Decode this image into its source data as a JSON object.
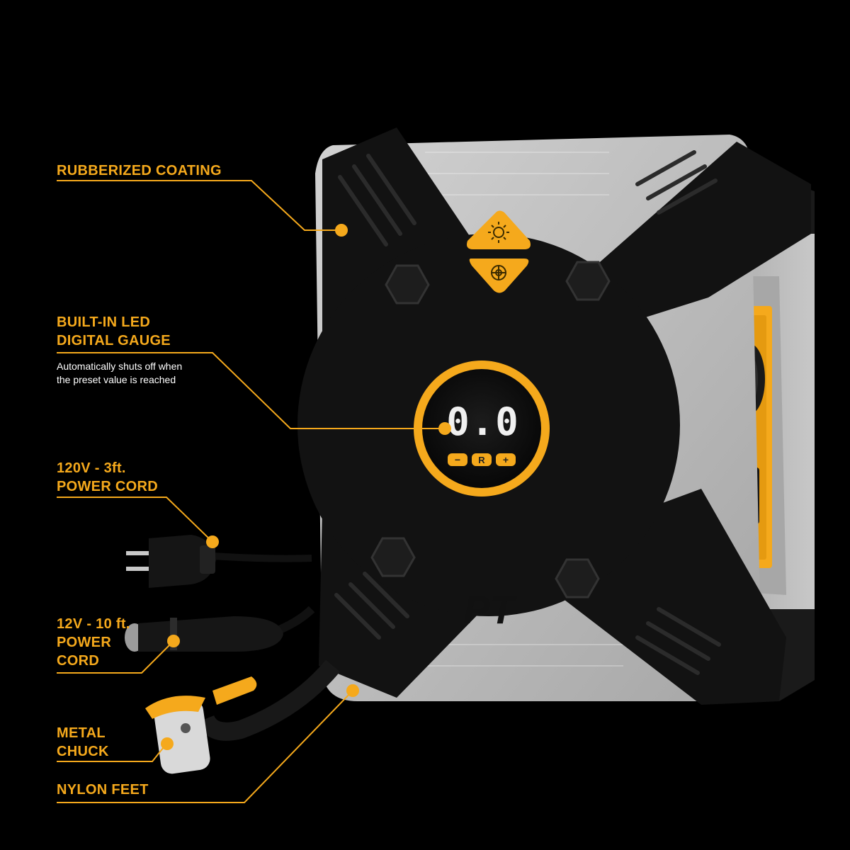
{
  "callouts": {
    "rubberized": {
      "title": "RUBBERIZED COATING"
    },
    "gauge": {
      "title": "BUILT-IN LED\nDIGITAL GAUGE",
      "description": "Automatically shuts off when\nthe preset value is reached"
    },
    "ac_cord": {
      "title": "120V - 3ft.\nPOWER CORD"
    },
    "dc_cord": {
      "title": "12V - 10 ft.\nPOWER\nCORD"
    },
    "chuck": {
      "title": "METAL\nCHUCK"
    },
    "feet": {
      "title": "NYLON FEET"
    }
  },
  "device": {
    "display_value": "0.0",
    "buttons": {
      "minus": "−",
      "reset": "R",
      "plus": "+"
    },
    "brand_logo": "PT",
    "top_icons": [
      "light-icon",
      "tire-icon"
    ]
  },
  "colors": {
    "accent": "#f5a91c",
    "body_black": "#111111",
    "shell_gray": "#b9b9b9",
    "background": "#000000"
  }
}
